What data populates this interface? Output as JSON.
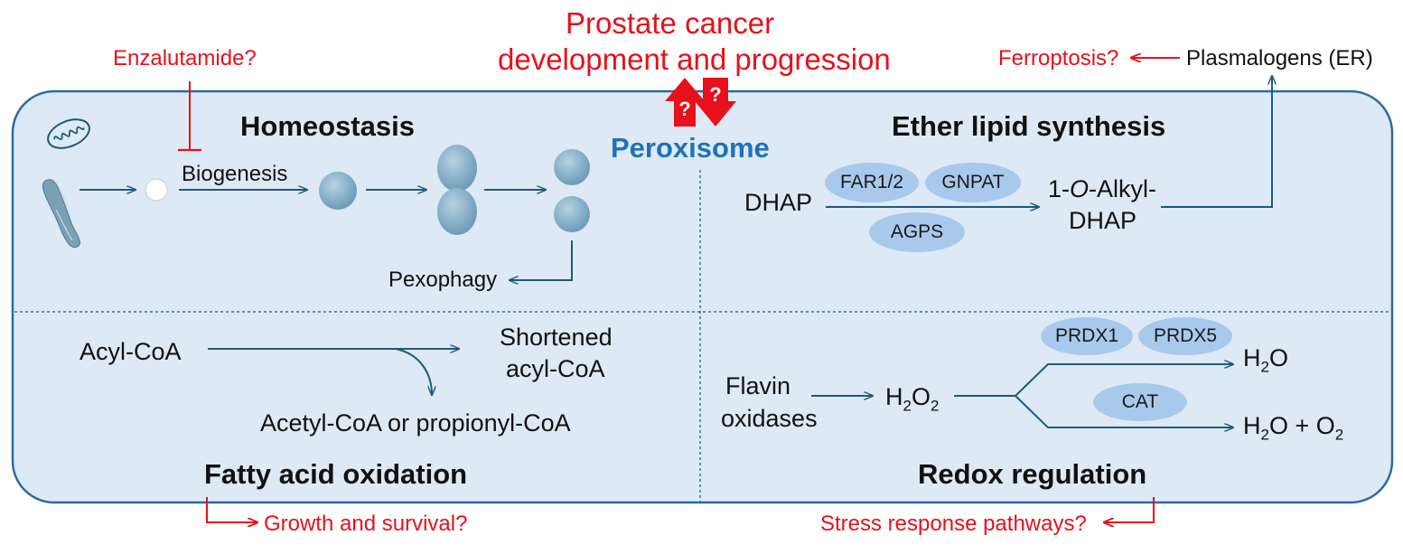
{
  "title": {
    "line1": "Prostate cancer",
    "line2": "development and progression"
  },
  "question_mark": "?",
  "center_label": "Peroxisome",
  "top_left": {
    "drug": "Enzalutamide?"
  },
  "top_right": {
    "ferroptosis": "Ferroptosis?",
    "plasmalogens": "Plasmalogens (ER)"
  },
  "quadrants": {
    "homeostasis": {
      "heading": "Homeostasis",
      "biogenesis": "Biogenesis",
      "pexophagy": "Pexophagy"
    },
    "ether_lipid": {
      "heading": "Ether lipid synthesis",
      "substrate": "DHAP",
      "product_line1_prefix": "1-",
      "product_line1_italic": "O",
      "product_line1_suffix": "-Alkyl-",
      "product_line2": "DHAP",
      "enzymes": [
        "FAR1/2",
        "GNPAT",
        "AGPS"
      ]
    },
    "fatty_acid": {
      "heading": "Fatty acid oxidation",
      "substrate": "Acyl-CoA",
      "product_line1": "Shortened",
      "product_line2": "acyl-CoA",
      "byproduct": "Acetyl-CoA or propionyl-CoA"
    },
    "redox": {
      "heading": "Redox regulation",
      "source_line1": "Flavin",
      "source_line2": "oxidases",
      "intermediate": {
        "base": "H",
        "sub1": "2",
        "mid": "O",
        "sub2": "2"
      },
      "product_upper": {
        "base": "H",
        "sub": "2",
        "tail": "O"
      },
      "product_lower": {
        "base": "H",
        "sub": "2",
        "tail": "O + O",
        "sub2": "2"
      },
      "enzymes": [
        "PRDX1",
        "PRDX5",
        "CAT"
      ]
    }
  },
  "bottom": {
    "left": "Growth and survival?",
    "right": "Stress response pathways?"
  },
  "colors": {
    "panel_fill": "#dde9f5",
    "panel_border": "#2d6aa0",
    "arrow": "#1d5a7a",
    "accent_red": "#e8101a",
    "peroxisome_blue": "#1e73b8",
    "enzyme_fill": "#a9c9ec"
  },
  "icons": [
    "mitochondrion-icon",
    "endoplasmic-reticulum-icon"
  ]
}
